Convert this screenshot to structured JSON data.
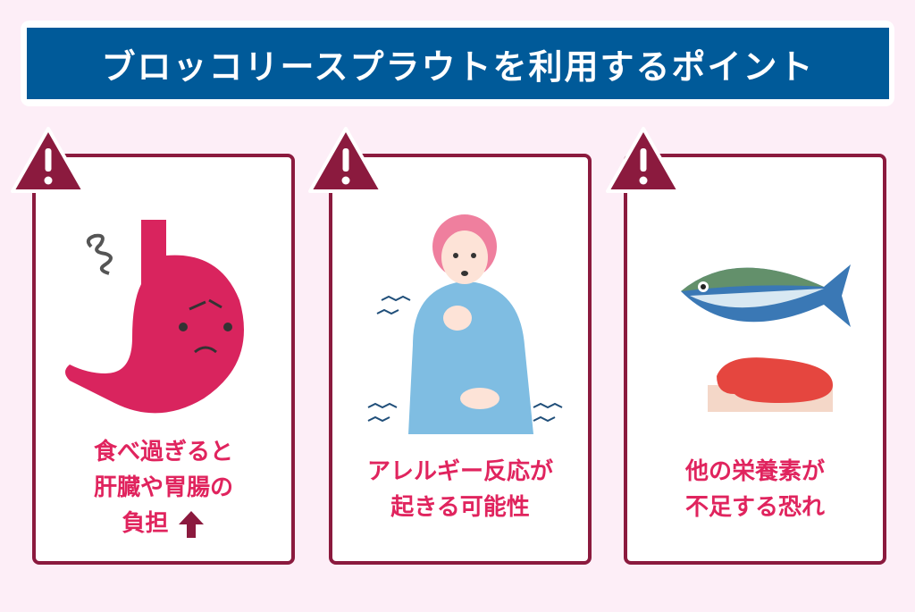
{
  "title": "ブロッコリースプラウトを利用するポイント",
  "colors": {
    "background": "#fdeef7",
    "title_bg": "#005a99",
    "card_border": "#8b1a3e",
    "text": "#e0245e"
  },
  "cards": [
    {
      "icon": "warning-icon",
      "lines": [
        "食べ過ぎると",
        "肝臓や胃腸の",
        "負担"
      ],
      "illustration": "stomach-icon",
      "suffix_icon": "up-arrow-icon"
    },
    {
      "icon": "warning-icon",
      "lines": [
        "アレルギー反応が",
        "起きる可能性"
      ],
      "illustration": "allergic-person-icon"
    },
    {
      "icon": "warning-icon",
      "lines": [
        "他の栄養素が",
        "不足する恐れ"
      ],
      "illustration": "fish-and-meat-icon"
    }
  ]
}
